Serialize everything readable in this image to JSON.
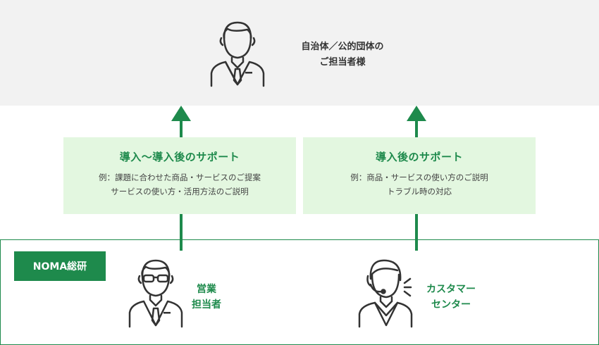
{
  "client": {
    "icon": "businessman-icon",
    "label_line1": "自治体／公的団体の",
    "label_line2": "ご担当者様"
  },
  "support_left": {
    "title": "導入〜導入後のサポート",
    "desc_line1": "例：課題に合わせた商品・サービスのご提案",
    "desc_line2": "サービスの使い方・活用方法のご説明"
  },
  "support_right": {
    "title": "導入後のサポート",
    "desc_line1": "例：商品・サービスの使い方のご説明",
    "desc_line2": "トラブル時の対応"
  },
  "noma": {
    "badge": "NOMA総研",
    "sales": {
      "icon": "glasses-businessman-icon",
      "label_line1": "営業",
      "label_line2": "担当者"
    },
    "call_center": {
      "icon": "headset-operator-icon",
      "label_line1": "カスタマー",
      "label_line2": "センター"
    }
  },
  "colors": {
    "accent": "#1e8a4c",
    "box_bg": "#e3f7e0",
    "top_bg": "#f2f2f2"
  }
}
